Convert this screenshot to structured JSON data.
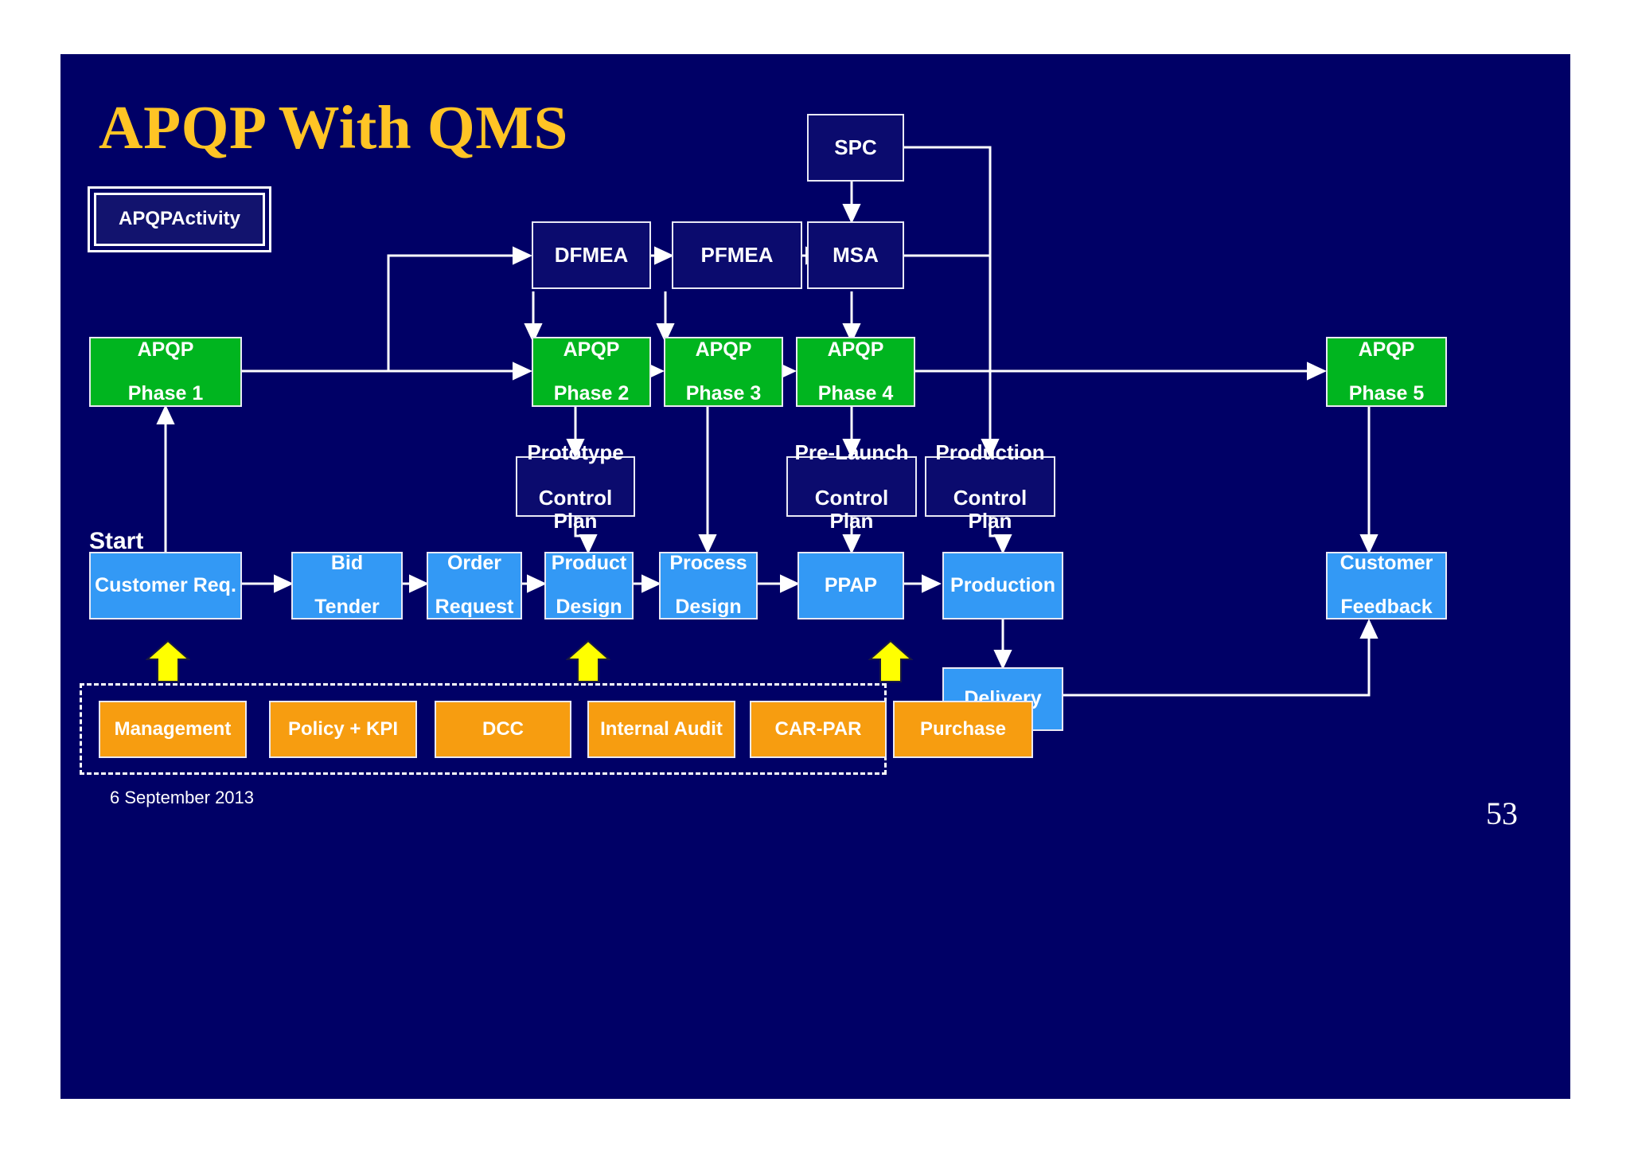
{
  "slide": {
    "title": "APQP With QMS",
    "date": "6 September 2013",
    "page_number": "53",
    "start_label": "Start",
    "colors": {
      "background": "#000066",
      "title": "#FFC425",
      "apqp_phase": "#00B51F",
      "process": "#3399F5",
      "qms_support": "#F79D10",
      "activity": "#0B0B6E",
      "connector": "#FFFFFF",
      "emphasis_arrow": "#FFFF00"
    }
  },
  "legend": {
    "line1": "APQP",
    "line2": "Activity"
  },
  "apqp_activities": [
    {
      "id": "spc",
      "label": "SPC"
    },
    {
      "id": "dfmea",
      "label": "DFMEA"
    },
    {
      "id": "pfmea",
      "label": "PFMEA"
    },
    {
      "id": "msa",
      "label": "MSA"
    }
  ],
  "control_plans": [
    {
      "id": "prototype-control-plan",
      "line1": "Prototype",
      "line2": "Control Plan"
    },
    {
      "id": "prelaunch-control-plan",
      "line1": "Pre-Launch",
      "line2": "Control Plan"
    },
    {
      "id": "production-control-plan",
      "line1": "Production",
      "line2": "Control Plan"
    }
  ],
  "apqp_phases": [
    {
      "id": "apqp-phase-1",
      "line1": "APQP",
      "line2": "Phase 1"
    },
    {
      "id": "apqp-phase-2",
      "line1": "APQP",
      "line2": "Phase 2"
    },
    {
      "id": "apqp-phase-3",
      "line1": "APQP",
      "line2": "Phase 3"
    },
    {
      "id": "apqp-phase-4",
      "line1": "APQP",
      "line2": "Phase 4"
    },
    {
      "id": "apqp-phase-5",
      "line1": "APQP",
      "line2": "Phase 5"
    }
  ],
  "process_flow": [
    {
      "id": "customer-req",
      "line1": "Customer Req.",
      "line2": ""
    },
    {
      "id": "bid-tender",
      "line1": "Bid",
      "line2": "Tender"
    },
    {
      "id": "order-request",
      "line1": "Order",
      "line2": "Request"
    },
    {
      "id": "product-design",
      "line1": "Product",
      "line2": "Design"
    },
    {
      "id": "process-design",
      "line1": "Process",
      "line2": "Design"
    },
    {
      "id": "ppap",
      "line1": "PPAP",
      "line2": ""
    },
    {
      "id": "production",
      "line1": "Production",
      "line2": ""
    },
    {
      "id": "customer-feedback",
      "line1": "Customer",
      "line2": "Feedback"
    },
    {
      "id": "delivery",
      "line1": "Delivery",
      "line2": ""
    }
  ],
  "qms_support": [
    {
      "id": "management",
      "label": "Management"
    },
    {
      "id": "policy-kpi",
      "label": "Policy + KPI"
    },
    {
      "id": "dcc",
      "label": "DCC"
    },
    {
      "id": "internal-audit",
      "label": "Internal Audit"
    },
    {
      "id": "car-par",
      "label": "CAR-PAR"
    },
    {
      "id": "purchase",
      "label": "Purchase"
    }
  ]
}
